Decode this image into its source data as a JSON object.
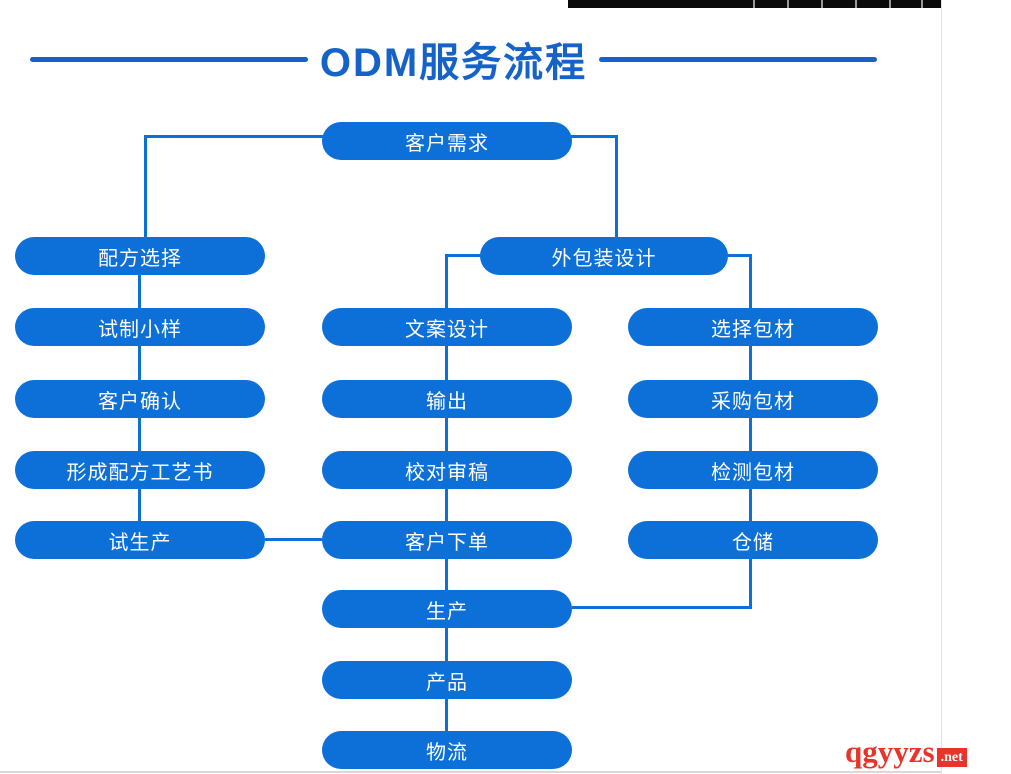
{
  "title": "ODM服务流程",
  "nodes": {
    "customer_demand": "客户需求",
    "formula_selection": "配方选择",
    "trial_sample": "试制小样",
    "customer_confirmation": "客户确认",
    "formula_process_document": "形成配方工艺书",
    "trial_production": "试生产",
    "packaging_design": "外包装设计",
    "copy_design": "文案设计",
    "output": "输出",
    "proofreading": "校对审稿",
    "customer_order": "客户下单",
    "production": "生产",
    "product": "产品",
    "logistics": "物流",
    "select_packaging": "选择包材",
    "purchase_packaging": "采购包材",
    "inspect_packaging": "检测包材",
    "warehousing": "仓储"
  },
  "watermark": {
    "site": "qgyyzs",
    "tld": ".net"
  },
  "colors": {
    "node_blue": "#0d6fd8",
    "title_blue": "#1563c8",
    "watermark_red": "#e8342a"
  }
}
